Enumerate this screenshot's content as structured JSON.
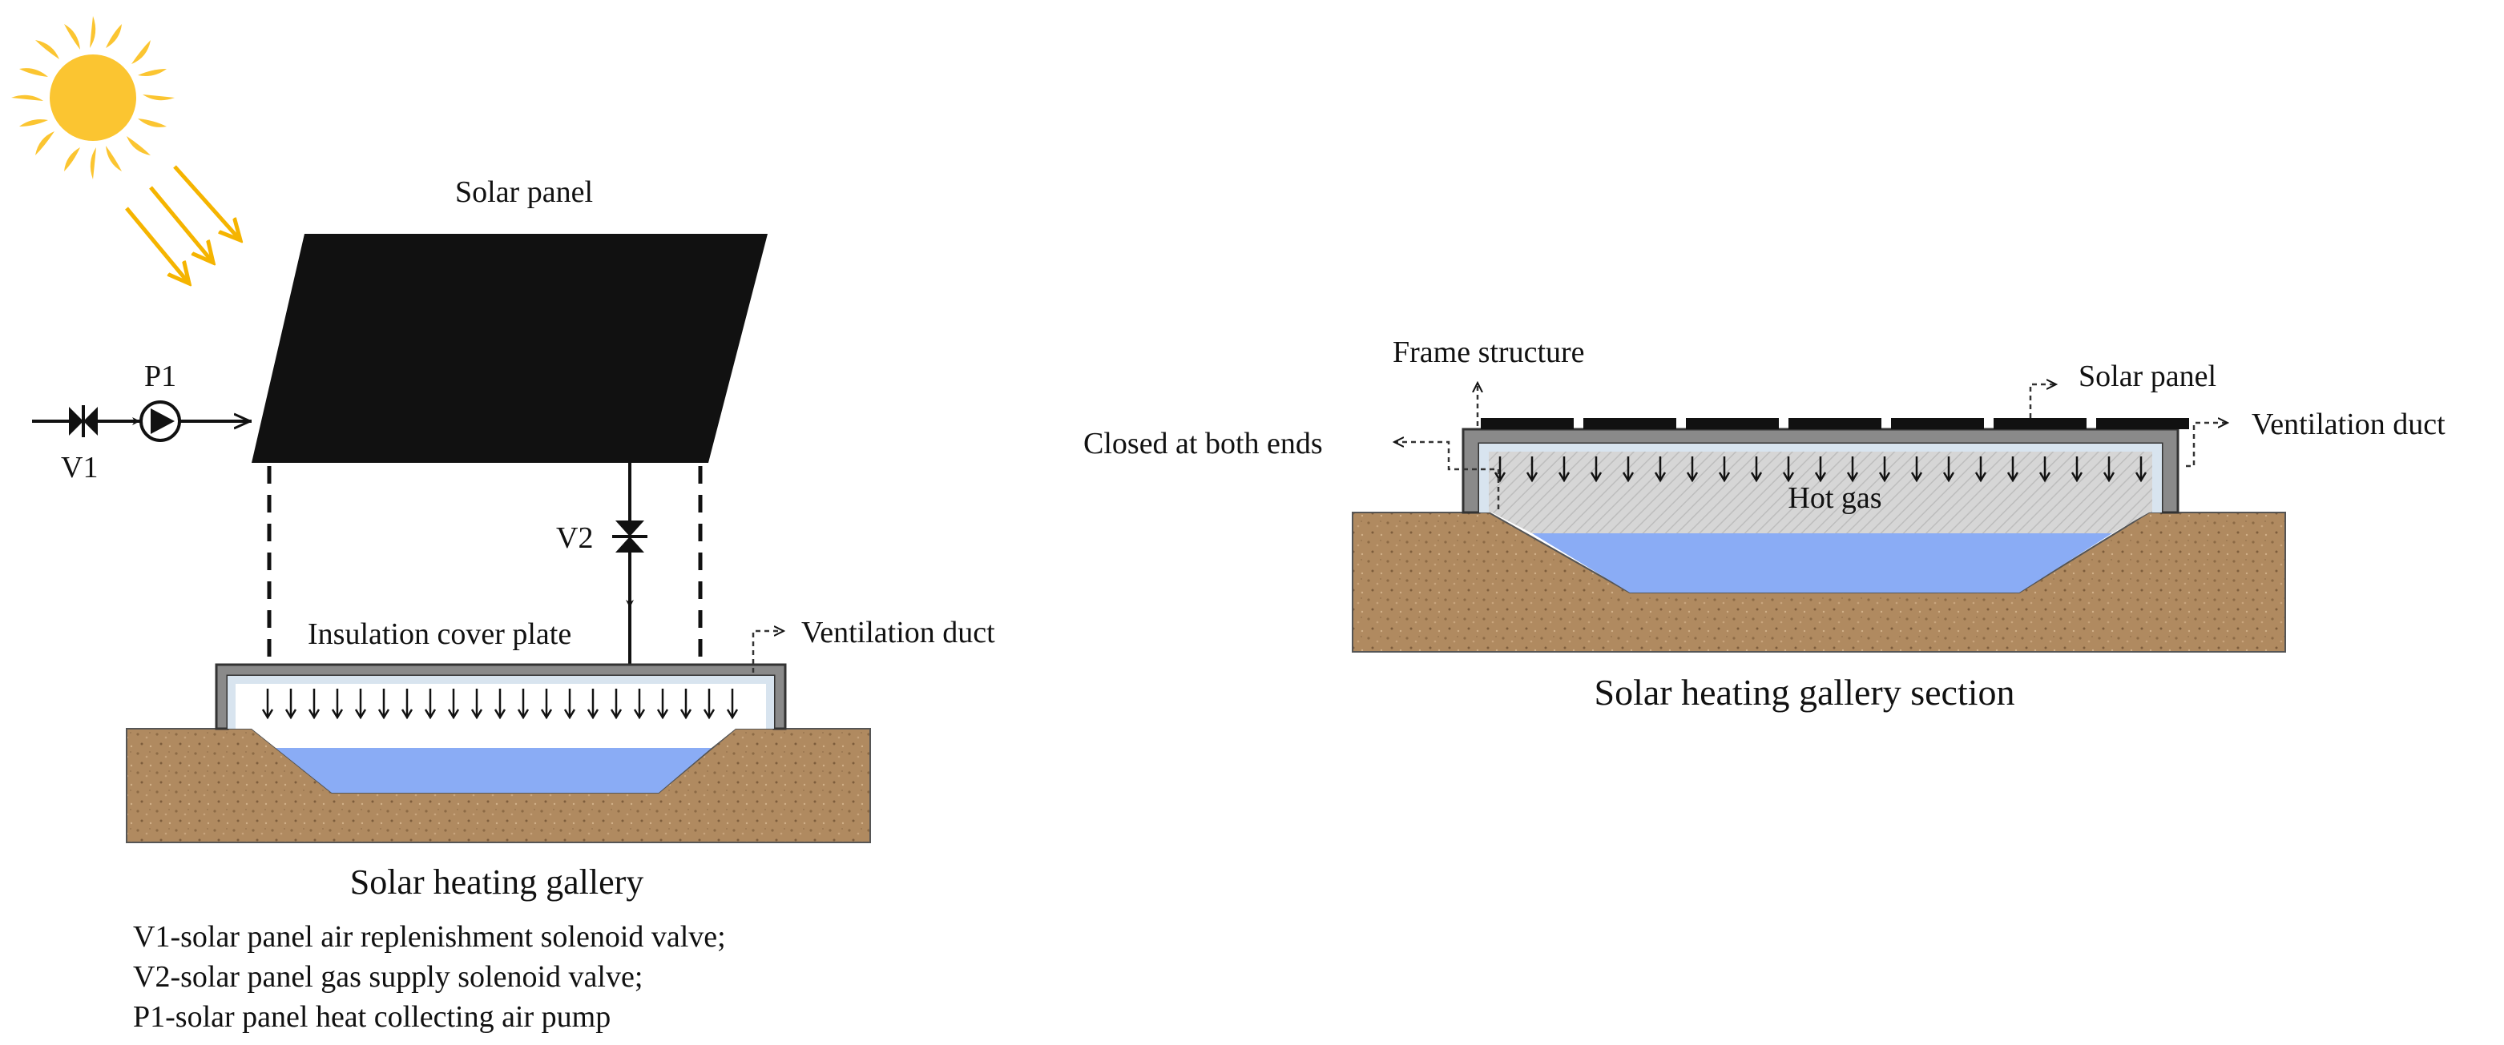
{
  "left_figure": {
    "labels": {
      "solar_panel": "Solar panel",
      "p1": "P1",
      "v1": "V1",
      "v2": "V2",
      "insulation_cover_plate": "Insulation cover plate",
      "ventilation_duct": "Ventilation duct"
    },
    "caption": "Solar heating gallery",
    "legend": [
      "V1-solar panel air replenishment solenoid valve;",
      "V2-solar panel gas supply solenoid valve;",
      "P1-solar panel heat collecting air pump"
    ]
  },
  "right_figure": {
    "labels": {
      "frame_structure": "Frame structure",
      "solar_panel": "Solar panel",
      "ventilation_duct": "Ventilation duct",
      "closed_at_both_ends": "Closed at both ends",
      "hot_gas": "Hot gas"
    },
    "caption": "Solar heating gallery section"
  },
  "colors": {
    "sun": "#fbc531",
    "sun_rays": "#f5b400",
    "solar_panel": "#111111",
    "soil": "#b08a60",
    "water": "#8aacf5",
    "frame": "#8a8a8a",
    "inner_lining": "#d8e4ef"
  },
  "icons": [
    "sun-icon",
    "pump-icon",
    "valve-icon",
    "arrow-icon"
  ]
}
